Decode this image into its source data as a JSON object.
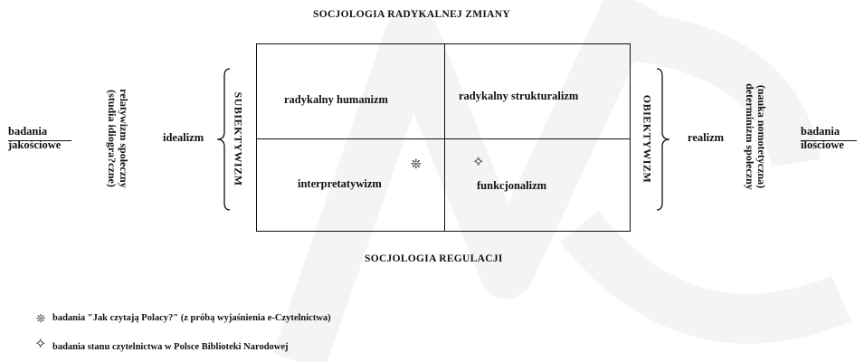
{
  "diagram": {
    "top_title": "SOCJOLOGIA RADYKALNEJ ZMIANY",
    "bottom_title": "SOCJOLOGIA REGULACJI",
    "quadrants": {
      "top_left": "radykalny humanizm",
      "top_right": "radykalny strukturalizm",
      "bottom_left": "interpretatywizm",
      "bottom_right": "funkcjonalizm"
    },
    "left_axis": "SUBIEKTYWIZM",
    "right_axis": "OBIEKTYWIZM",
    "left_term": "idealizm",
    "right_term": "realizm",
    "left_vertical_1": "relatywizm społeczny",
    "left_vertical_2": "(studia idiogra?czne)",
    "right_vertical_1": "(nauka nomotetyczna)",
    "right_vertical_2": "determinizm społeczny",
    "left_research_1": "badania",
    "left_research_2": "jakościowe",
    "right_research_1": "badania",
    "right_research_2": "ilościowe"
  },
  "markers": {
    "asterisk": "❊",
    "star": "✧"
  },
  "legend": {
    "item1": "badania \"Jak czytają Polacy?\" (z próbą wyjaśnienia e-Czytelnictwa)",
    "item2": "badania stanu czytelnictwa w Polsce Biblioteki Narodowej"
  },
  "colors": {
    "ink": "#111111",
    "watermark": "#f4f4f4"
  }
}
